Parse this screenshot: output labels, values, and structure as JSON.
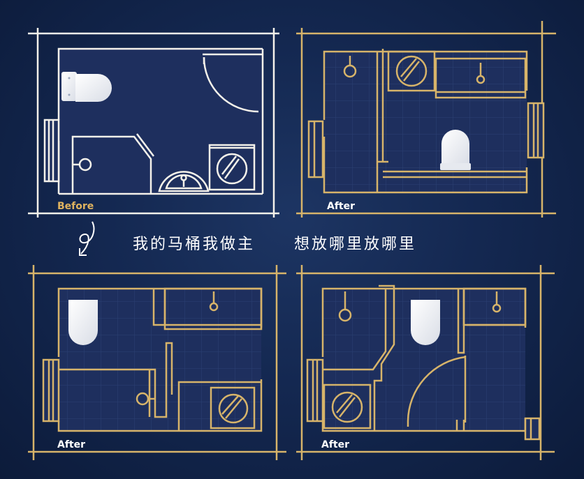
{
  "panels": [
    {
      "label": "Before",
      "label_color": "#e0b35f"
    },
    {
      "label": "After",
      "label_color": "#ffffff"
    },
    {
      "label": "After",
      "label_color": "#ffffff"
    },
    {
      "label": "After",
      "label_color": "#ffffff"
    }
  ],
  "caption": {
    "left": "我的马桶我做主",
    "right": "想放哪里放哪里"
  },
  "colors": {
    "line_white": "#f4f1ea",
    "line_gold": "#d7b46a",
    "room_fill": "#1e2f5e",
    "tile_grid": "#2c4174",
    "fixture_white": "#ffffff"
  },
  "icons": {
    "toilet": "toilet-icon",
    "washer": "washing-machine-icon",
    "sink": "sink-icon",
    "drain": "drain-icon",
    "swirl": "swirl-arrow-icon"
  }
}
